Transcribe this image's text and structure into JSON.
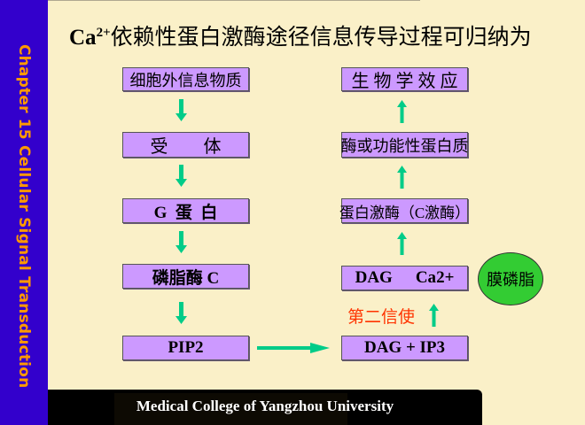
{
  "sidebar": {
    "text": "Chapter 15 Cellular Signal Transduction"
  },
  "title": {
    "prefix": "Ca",
    "superscript": "2+",
    "text": "依赖性蛋白激酶途径信息传导过程可归纳为"
  },
  "left_chain": [
    {
      "label": "细胞外信息物质"
    },
    {
      "label": "受　　体"
    },
    {
      "label": "G 蛋 白"
    },
    {
      "label": "磷脂酶 C"
    },
    {
      "label": "PIP",
      "subscript": "2"
    }
  ],
  "right_chain": [
    {
      "label": "生 物 学 效 应"
    },
    {
      "label": "酶或功能性蛋白质"
    },
    {
      "label": "蛋白激酶（C激酶）"
    },
    {
      "dag": "DAG",
      "ca": "Ca",
      "ca_superscript": "2+"
    },
    {
      "label": "DAG + IP",
      "subscript": "3"
    }
  ],
  "oval": {
    "label": "膜磷脂"
  },
  "second_messenger": {
    "label": "第二信使"
  },
  "footer": {
    "text": "Medical College of Yangzhou University"
  },
  "colors": {
    "sidebar": "#3300cc",
    "sidebar_text": "#ff9900",
    "background": "#faf0c8",
    "box_fill": "#cc99ff",
    "arrow": "#00cc88",
    "oval": "#33cc33",
    "second_messenger": "#ff3300"
  }
}
